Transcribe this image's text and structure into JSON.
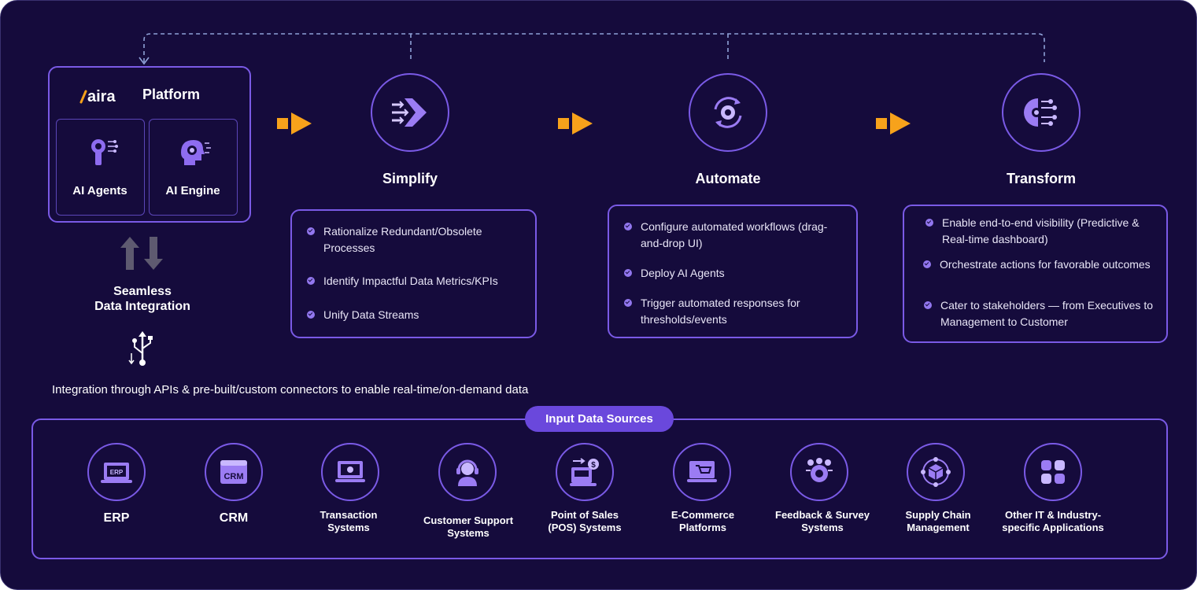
{
  "platform": {
    "logo": "aira",
    "title": "Platform",
    "cards": [
      {
        "label": "AI Agents",
        "icon": "ai-agents-icon"
      },
      {
        "label": "AI Engine",
        "icon": "ai-engine-icon"
      }
    ]
  },
  "integration": {
    "title_line1": "Seamless",
    "title_line2": "Data Integration",
    "caption": "Integration through APIs & pre-built/custom connectors to enable real-time/on-demand data"
  },
  "stages": [
    {
      "title": "Simplify",
      "icon": "simplify-icon",
      "bullets": [
        "Rationalize Redundant/Obsolete Processes",
        "Identify Impactful Data Metrics/KPIs",
        "Unify Data Streams"
      ]
    },
    {
      "title": "Automate",
      "icon": "automate-icon",
      "bullets": [
        "Configure automated workflows (drag-and-drop UI)",
        "Deploy AI Agents",
        "Trigger automated responses for thresholds/events"
      ]
    },
    {
      "title": "Transform",
      "icon": "transform-icon",
      "bullets": [
        "Enable end-to-end visibility (Predictive & Real-time dashboard)",
        "Orchestrate actions for favorable outcomes",
        "Cater to stakeholders — from Executives to Management to Customer"
      ]
    }
  ],
  "sources": {
    "title": "Input Data Sources",
    "items": [
      {
        "line1": "ERP",
        "line2": "",
        "icon": "erp-icon"
      },
      {
        "line1": "CRM",
        "line2": "",
        "icon": "crm-icon"
      },
      {
        "line1": "Transaction",
        "line2": "Systems",
        "icon": "transaction-icon"
      },
      {
        "line1": "Customer Support",
        "line2": "Systems",
        "icon": "customer-support-icon"
      },
      {
        "line1": "Point of Sales",
        "line2": "(POS) Systems",
        "icon": "pos-icon"
      },
      {
        "line1": "E-Commerce",
        "line2": "Platforms",
        "icon": "ecommerce-icon"
      },
      {
        "line1": "Feedback & Survey",
        "line2": "Systems",
        "icon": "feedback-icon"
      },
      {
        "line1": "Supply Chain",
        "line2": "Management",
        "icon": "supply-chain-icon"
      },
      {
        "line1": "Other IT & Industry-",
        "line2": "specific Applications",
        "icon": "apps-icon"
      }
    ]
  },
  "colors": {
    "background": "#150b3c",
    "accent": "#7a5ae6",
    "arrow": "#f7a21b",
    "pill": "#6a48dc"
  }
}
